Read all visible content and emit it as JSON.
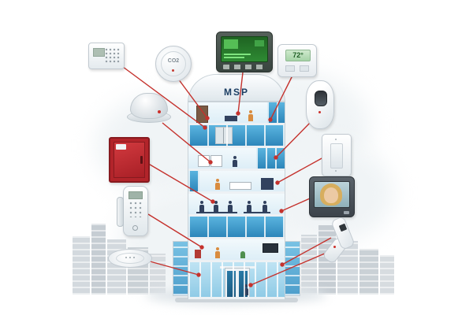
{
  "illustration": {
    "title": "smart building systems illustration",
    "building": {
      "sign": "MSP"
    },
    "devices": {
      "alarm_keypad": {
        "name": "alarm-keypad-icon"
      },
      "co2_detector": {
        "name": "co2-detector-icon",
        "label": "CO2"
      },
      "lcd_control_panel": {
        "name": "lcd-control-panel-icon"
      },
      "thermostat": {
        "name": "thermostat-icon",
        "reading": "72°"
      },
      "smoke_detector": {
        "name": "smoke-detector-icon"
      },
      "motion_sensor": {
        "name": "motion-sensor-icon"
      },
      "fire_alarm_panel": {
        "name": "fire-alarm-panel-icon"
      },
      "light_switch": {
        "name": "light-switch-icon"
      },
      "door_lock": {
        "name": "door-lock-icon"
      },
      "video_intercom": {
        "name": "video-intercom-icon"
      },
      "access_reader": {
        "name": "access-reader-icon"
      },
      "wireless_ap": {
        "name": "wireless-access-point-icon"
      }
    },
    "colors": {
      "connector_red": "#c5322d",
      "glass_blue": "#2d86ba",
      "glass_blue_light": "#5ab4df",
      "skyline_gray": "#ccd3d8",
      "fire_panel_red": "#b2242a",
      "lcd_green": "#2e8a33"
    }
  }
}
